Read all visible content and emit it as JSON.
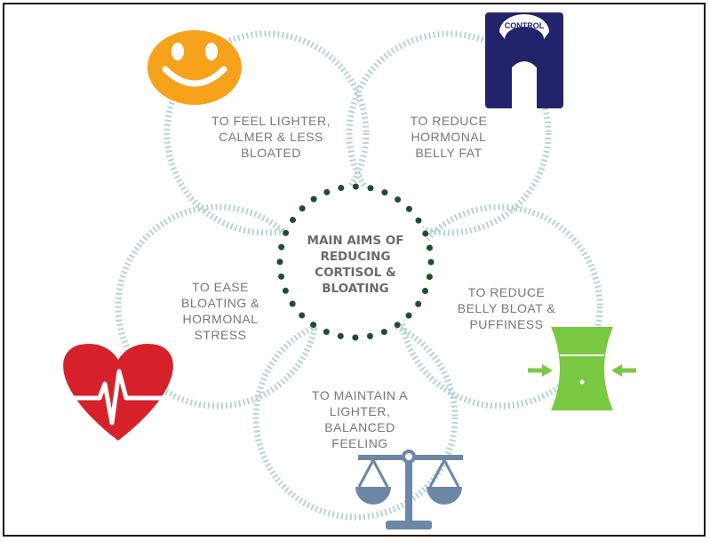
{
  "center": {
    "line1": "MAIN AIMS OF",
    "line2": "REDUCING",
    "line3": "CORTISOL &",
    "line4": "BLOATING"
  },
  "aims": [
    {
      "lines": [
        "TO FEEL LIGHTER,",
        "CALMER & LESS",
        "BLOATED"
      ],
      "icon": "smiley-face-icon"
    },
    {
      "lines": [
        "TO REDUCE",
        "HORMONAL",
        "BELLY FAT"
      ],
      "icon": "weight-scale-icon"
    },
    {
      "lines": [
        "TO EASE",
        "BLOATING &",
        "HORMONAL",
        "STRESS"
      ],
      "icon": "heart-pulse-icon"
    },
    {
      "lines": [
        "TO REDUCE",
        "BELLY BLOAT &",
        "PUFFINESS"
      ],
      "icon": "slim-waist-icon"
    },
    {
      "lines": [
        "TO MAINTAIN A",
        "LIGHTER,",
        "BALANCED",
        "FEELING"
      ],
      "icon": "balance-scale-icon"
    }
  ],
  "scale_label": "CONTROL",
  "colors": {
    "smiley": "#f7a21b",
    "scale": "#22236b",
    "heart": "#d7212a",
    "waist": "#7ac943",
    "balance": "#6d87a6",
    "center_dots": "#1e4d33",
    "ring": "#b7d3d6"
  }
}
